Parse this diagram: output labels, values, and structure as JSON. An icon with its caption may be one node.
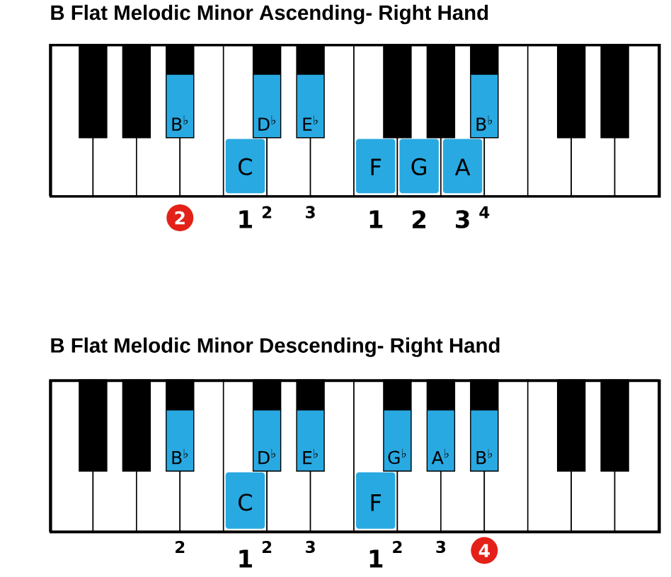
{
  "diagram": {
    "nodes": [
      {
        "text": [
          "B Flat Melodic Minor Ascending- Right Hand"
        ]
      },
      {
        "text": [],
        "shape": "box",
        "in": 0
      },
      {
        "text": [],
        "shape": "box",
        "in": 0
      },
      {
        "text": [],
        "shape": "box",
        "in": 0
      },
      {
        "text": [],
        "shape": "box",
        "in": 0
      },
      {
        "text": [],
        "shape": "box",
        "in": 0
      },
      {
        "text": [
          "B$^{♭}$"
        ],
        "in": 0
      },
      {
        "text": [],
        "shape": "box",
        "in": 0
      },
      {
        "text": [
          "C"
        ],
        "in": 0
      },
      {
        "text": [
          "D$^{♭}$"
        ],
        "in": 0
      },
      {
        "text": [],
        "shape": "box",
        "in": 0
      },
      {
        "text": [
          "E$^{♭}$"
        ],
        "in": 0
      },
      {
        "text": [],
        "shape": "box",
        "in": 0
      },
      {
        "text": [
          "F"
        ],
        "in": 0
      },
      {
        "text": [],
        "shape": "box",
        "in": 0
      },
      {
        "text": [
          "G"
        ],
        "in": 0
      },
      {
        "text": [],
        "shape": "box",
        "in": 0
      },
      {
        "text": [
          "A"
        ],
        "in": 0
      },
      {
        "text": [
          "B$^{♭}$"
        ],
        "in": 0
      },
      {
        "text": [],
        "shape": "box",
        "in": 0
      },
      {
        "text": [],
        "shape": "box",
        "in": 0
      },
      {
        "text": [],
        "shape": "box",
        "in": 0
      },
      {
        "text": [],
        "shape": "box",
        "in": 0
      },
      {
        "text": [],
        "shape": "box",
        "in": 0
      },
      {
        "text": [],
        "shape": "box",
        "in": 0
      },
      {
        "text": [
          "2"
        ]
      },
      {
        "text": [
          "B Flat Melodic Minor Descending- Right Hand"
        ]
      },
      {
        "text": [],
        "shape": "box",
        "in": 26
      },
      {
        "text": [],
        "shape": "box",
        "in": 26
      },
      {
        "text": [],
        "shape": "box",
        "in": 26
      },
      {
        "text": [],
        "shape": "box",
        "in": 26
      },
      {
        "text": [],
        "shape": "box",
        "in": 26
      },
      {
        "text": [
          "B$^{♭}$"
        ],
        "in": 26
      },
      {
        "text": [],
        "shape": "box",
        "in": 26
      },
      {
        "text": [
          "C"
        ],
        "in": 26
      },
      {
        "text": [
          "D$^{♭}$"
        ],
        "in": 26
      },
      {
        "text": [],
        "shape": "box",
        "in": 26
      },
      {
        "text": [
          "E$^{♭}$"
        ],
        "in": 26
      },
      {
        "text": [],
        "shape": "box",
        "in": 26
      },
      {
        "text": [
          "F"
        ],
        "in": 26
      },
      {
        "text": [
          "G$^{♭}$"
        ],
        "in": 26
      },
      {
        "text": [],
        "shape": "box",
        "in": 26
      },
      {
        "text": [
          "A$^{♭}$"
        ],
        "in": 26
      },
      {
        "text": [],
        "shape": "box",
        "in": 26
      },
      {
        "text": [
          "B$^{♭}$"
        ],
        "in": 26
      },
      {
        "text": [],
        "shape": "box",
        "in": 26
      },
      {
        "text": [],
        "shape": "box",
        "in": 26
      },
      {
        "text": [],
        "shape": "box",
        "in": 26
      },
      {
        "text": [],
        "shape": "box",
        "in": 26
      },
      {
        "text": [],
        "shape": "box",
        "in": 26
      },
      {
        "text": [],
        "shape": "box",
        "in": 26
      },
      {
        "text": [
          "4"
        ]
      }
    ],
    "labels": [
      "1",
      "2",
      "3",
      "1",
      "2",
      "3",
      "4",
      "2",
      "1",
      "2",
      "3",
      "1",
      "2",
      "3"
    ]
  }
}
